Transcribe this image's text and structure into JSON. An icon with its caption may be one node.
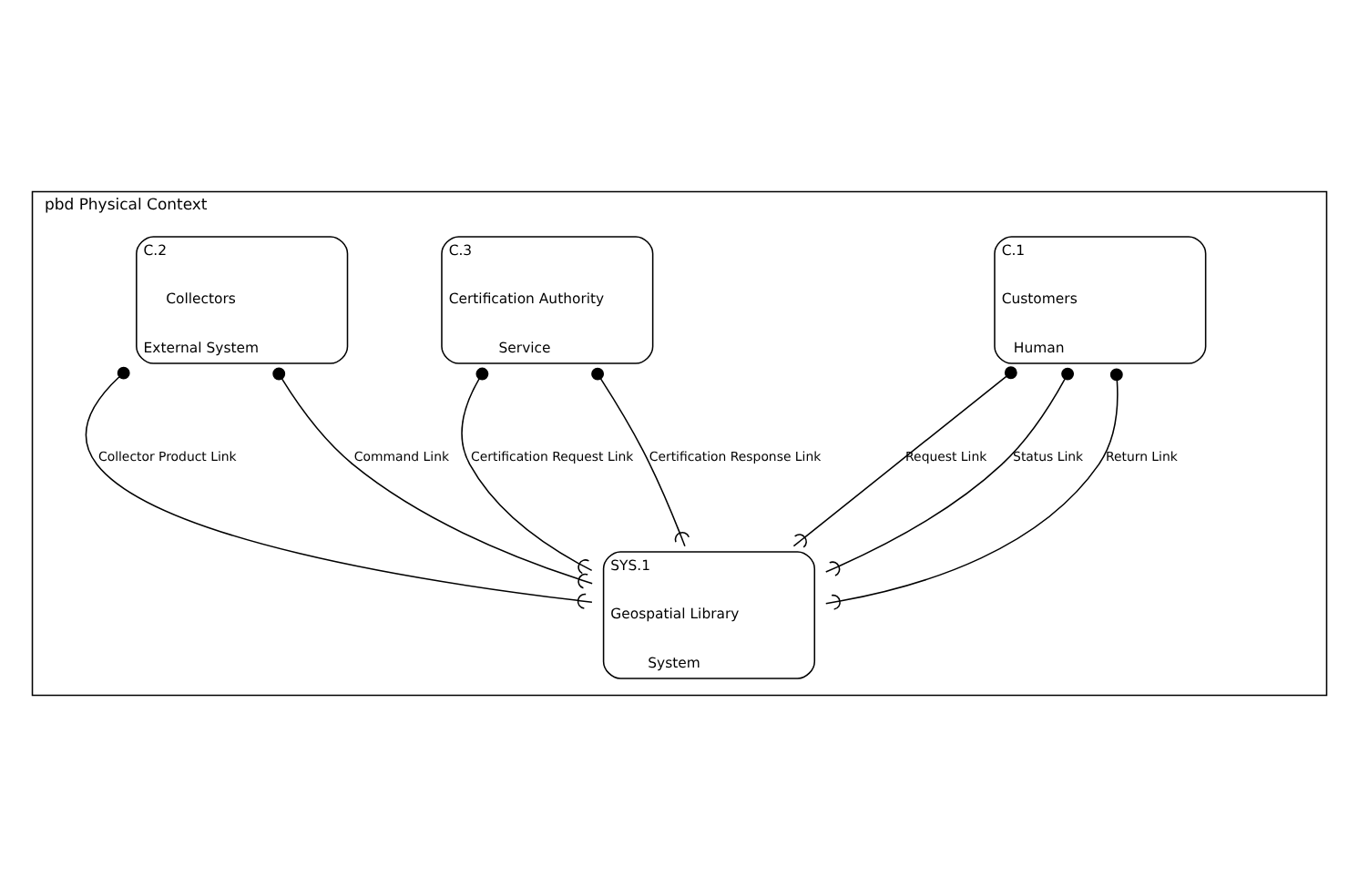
{
  "diagram": {
    "nodes": [
      {
        "text": [
          "pbd Physical Context"
        ]
      },
      {
        "text": [
          "C.1",
          "Customers",
          "Human"
        ],
        "in": 0
      },
      {
        "text": [
          "C.3",
          "Certification Authority",
          "Service"
        ],
        "in": 0
      },
      {
        "text": [
          "C.2",
          "Collectors",
          "External System"
        ],
        "in": 0
      },
      {
        "text": [
          "SYS.1",
          "Geospatial Library",
          "System"
        ],
        "in": 0
      }
    ],
    "edges": [
      {
        "from": 1,
        "to": 4,
        "arrow": "other",
        "label": "Request Link"
      },
      {
        "from": 1,
        "to": 4,
        "arrow": "other",
        "label": "Status Link"
      },
      {
        "from": 1,
        "to": 4,
        "arrow": "other",
        "label": "Return Link"
      },
      {
        "from": 2,
        "to": 4,
        "arrow": "other",
        "label": "Certification Request Link"
      },
      {
        "from": 2,
        "to": 4,
        "arrow": "other",
        "label": "Certification Response Link"
      },
      {
        "from": 3,
        "to": 4,
        "arrow": "other",
        "label": "Collector Product Link"
      },
      {
        "from": 3,
        "to": 4,
        "arrow": "other",
        "label": "Command Link"
      }
    ]
  }
}
